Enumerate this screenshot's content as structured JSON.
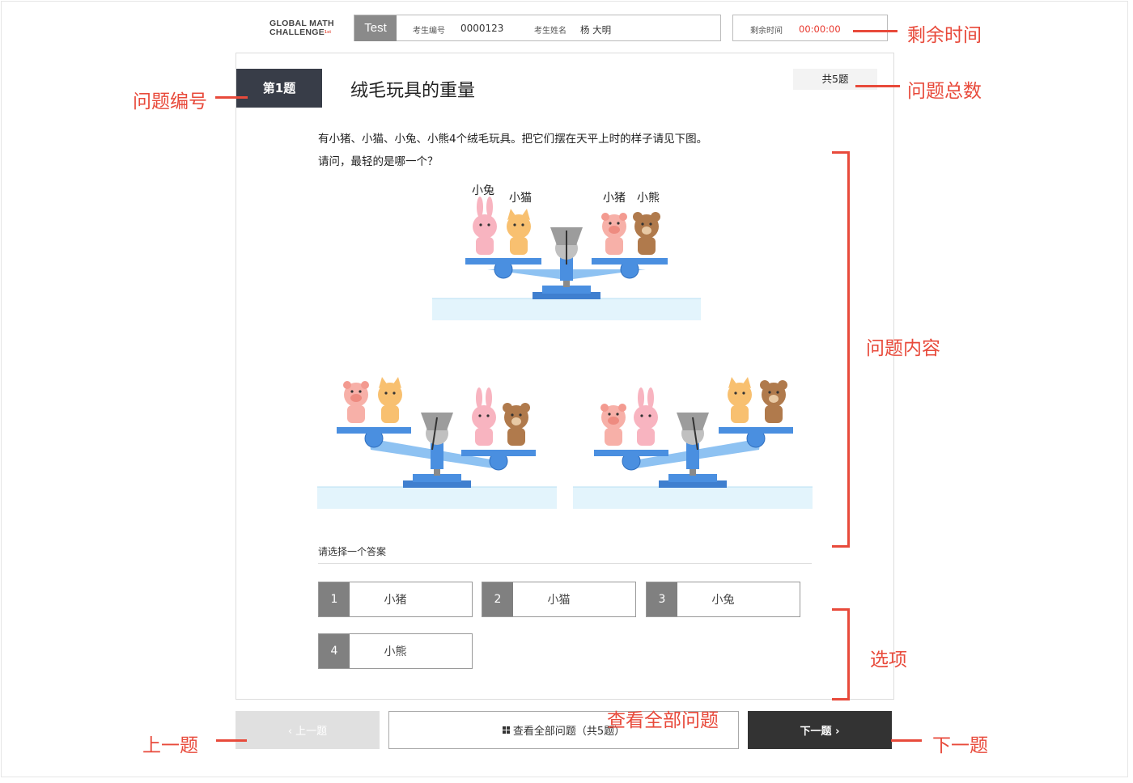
{
  "header": {
    "logo_line1": "GLOBAL MATH",
    "logo_line2": "CHALLENGE",
    "logo_sup": "1st",
    "test_tag": "Test",
    "examinee_id_label": "考生编号",
    "examinee_id": "0000123",
    "examinee_name_label": "考生姓名",
    "examinee_name": "杨 大明",
    "time_left_label": "剩余时间",
    "time_left": "00:00:00"
  },
  "question": {
    "number_label": "第1题",
    "title": "绒毛玩具的重量",
    "total_label": "共5题",
    "text_line1": "有小猪、小猫、小兔、小熊4个绒毛玩具。把它们摆在天平上时的样子请见下图。",
    "text_line2": "请问，最轻的是哪一个？",
    "figure_labels": {
      "rabbit": "小兔",
      "cat": "小猫",
      "pig": "小猪",
      "bear": "小熊"
    },
    "choose_prompt": "请选择一个答案",
    "options": [
      {
        "num": "1",
        "label": "小猪"
      },
      {
        "num": "2",
        "label": "小猫"
      },
      {
        "num": "3",
        "label": "小兔"
      },
      {
        "num": "4",
        "label": "小熊"
      }
    ]
  },
  "nav": {
    "prev_label": "‹ 上一题",
    "all_label": "查看全部问题（共5题）",
    "next_label": "下一题 ›"
  },
  "annotations": {
    "time_left": "剩余时间",
    "question_number": "问题编号",
    "question_total": "问题总数",
    "question_content": "问题内容",
    "options": "选项",
    "view_all": "查看全部问题",
    "prev": "上一题",
    "next": "下一题"
  },
  "colors": {
    "accent_red": "#e84a3b",
    "timer_red": "#e8362c",
    "scale_blue": "#4a8fe0",
    "dark": "#383d48"
  }
}
